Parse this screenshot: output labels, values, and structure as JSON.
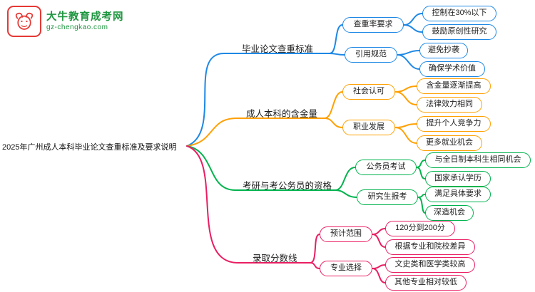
{
  "logo": {
    "title": "大牛教育成考网",
    "subtitle": "gz-chengkao.com",
    "icon": "bull-icon",
    "brand_green": "#1d953f",
    "brand_red": "#e53935"
  },
  "root": {
    "label": "2025年广州成人本科毕业论文查重标准及要求说明"
  },
  "colors": {
    "branch1": "#1e88e5",
    "branch2": "#ffa000",
    "branch3": "#00b34d",
    "branch4": "#e91e63"
  },
  "branches": [
    {
      "label": "毕业论文查重标准",
      "color": "#1e88e5",
      "children": [
        {
          "label": "查重率要求",
          "children": [
            {
              "label": "控制在30%以下"
            },
            {
              "label": "鼓励原创性研究"
            }
          ]
        },
        {
          "label": "引用规范",
          "children": [
            {
              "label": "避免抄袭"
            },
            {
              "label": "确保学术价值"
            }
          ]
        }
      ]
    },
    {
      "label": "成人本科的含金量",
      "color": "#ffa000",
      "children": [
        {
          "label": "社会认可",
          "children": [
            {
              "label": "含金量逐渐提高"
            },
            {
              "label": "法律效力相同"
            }
          ]
        },
        {
          "label": "职业发展",
          "children": [
            {
              "label": "提升个人竞争力"
            },
            {
              "label": "更多就业机会"
            }
          ]
        }
      ]
    },
    {
      "label": "考研与考公务员的资格",
      "color": "#00b34d",
      "children": [
        {
          "label": "公务员考试",
          "children": [
            {
              "label": "与全日制本科生相同机会"
            },
            {
              "label": "国家承认学历"
            }
          ]
        },
        {
          "label": "研究生报考",
          "children": [
            {
              "label": "满足具体要求"
            },
            {
              "label": "深造机会"
            }
          ]
        }
      ]
    },
    {
      "label": "录取分数线",
      "color": "#e91e63",
      "children": [
        {
          "label": "预计范围",
          "children": [
            {
              "label": "120分到200分"
            },
            {
              "label": "根据专业和院校差异"
            }
          ]
        },
        {
          "label": "专业选择",
          "children": [
            {
              "label": "文史类和医学类较高"
            },
            {
              "label": "其他专业相对较低"
            }
          ]
        }
      ]
    }
  ]
}
